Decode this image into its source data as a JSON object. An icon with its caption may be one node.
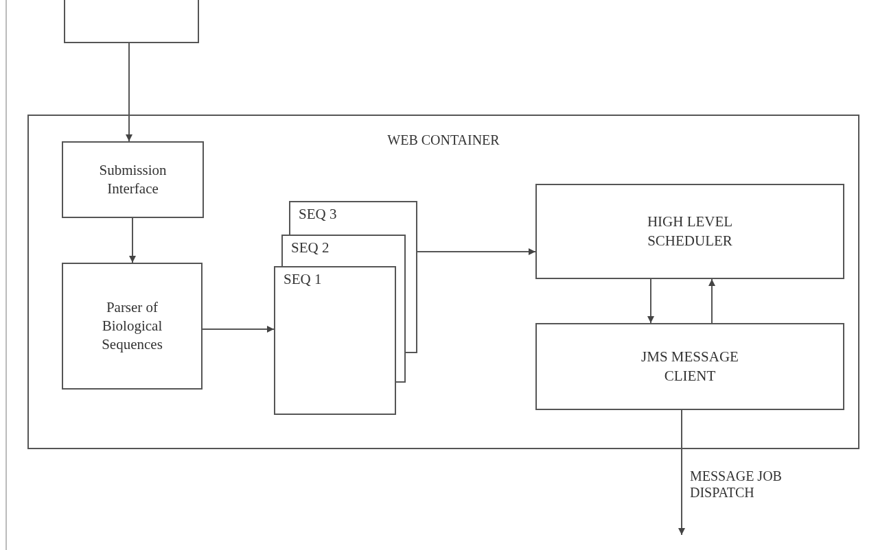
{
  "diagram": {
    "nodes": [
      {
        "text": [],
        "shape": "box"
      },
      {
        "text": [
          "WEB CONTAINER"
        ]
      },
      {
        "text": [
          "Submission Interface"
        ],
        "in": 1
      },
      {
        "text": [
          "Parser of Biological Sequences"
        ],
        "in": 1
      },
      {
        "text": [
          "SEQ 3"
        ],
        "in": 1
      },
      {
        "text": [
          "SEQ 2"
        ],
        "in": 1
      },
      {
        "text": [
          "SEQ 1"
        ],
        "in": 1
      },
      {
        "text": [
          "HIGH LEVEL SCHEDULER"
        ],
        "in": 1
      },
      {
        "text": [
          "JMS MESSAGE CLIENT"
        ],
        "in": 1
      }
    ],
    "edges": [
      {
        "from": 0,
        "to": 2,
        "arrow": "to"
      },
      {
        "from": 2,
        "to": 3,
        "arrow": "to"
      },
      {
        "from": 3,
        "to": 6,
        "arrow": "to"
      },
      {
        "from": 4,
        "to": 7,
        "arrow": "to"
      },
      {
        "from": 7,
        "to": 8,
        "arrow": "to"
      },
      {
        "from": 8,
        "to": 7,
        "arrow": "to"
      },
      {
        "from": 8,
        "to": null,
        "arrow": "to",
        "label": "MESSAGE JOB DISPATCH"
      }
    ]
  }
}
